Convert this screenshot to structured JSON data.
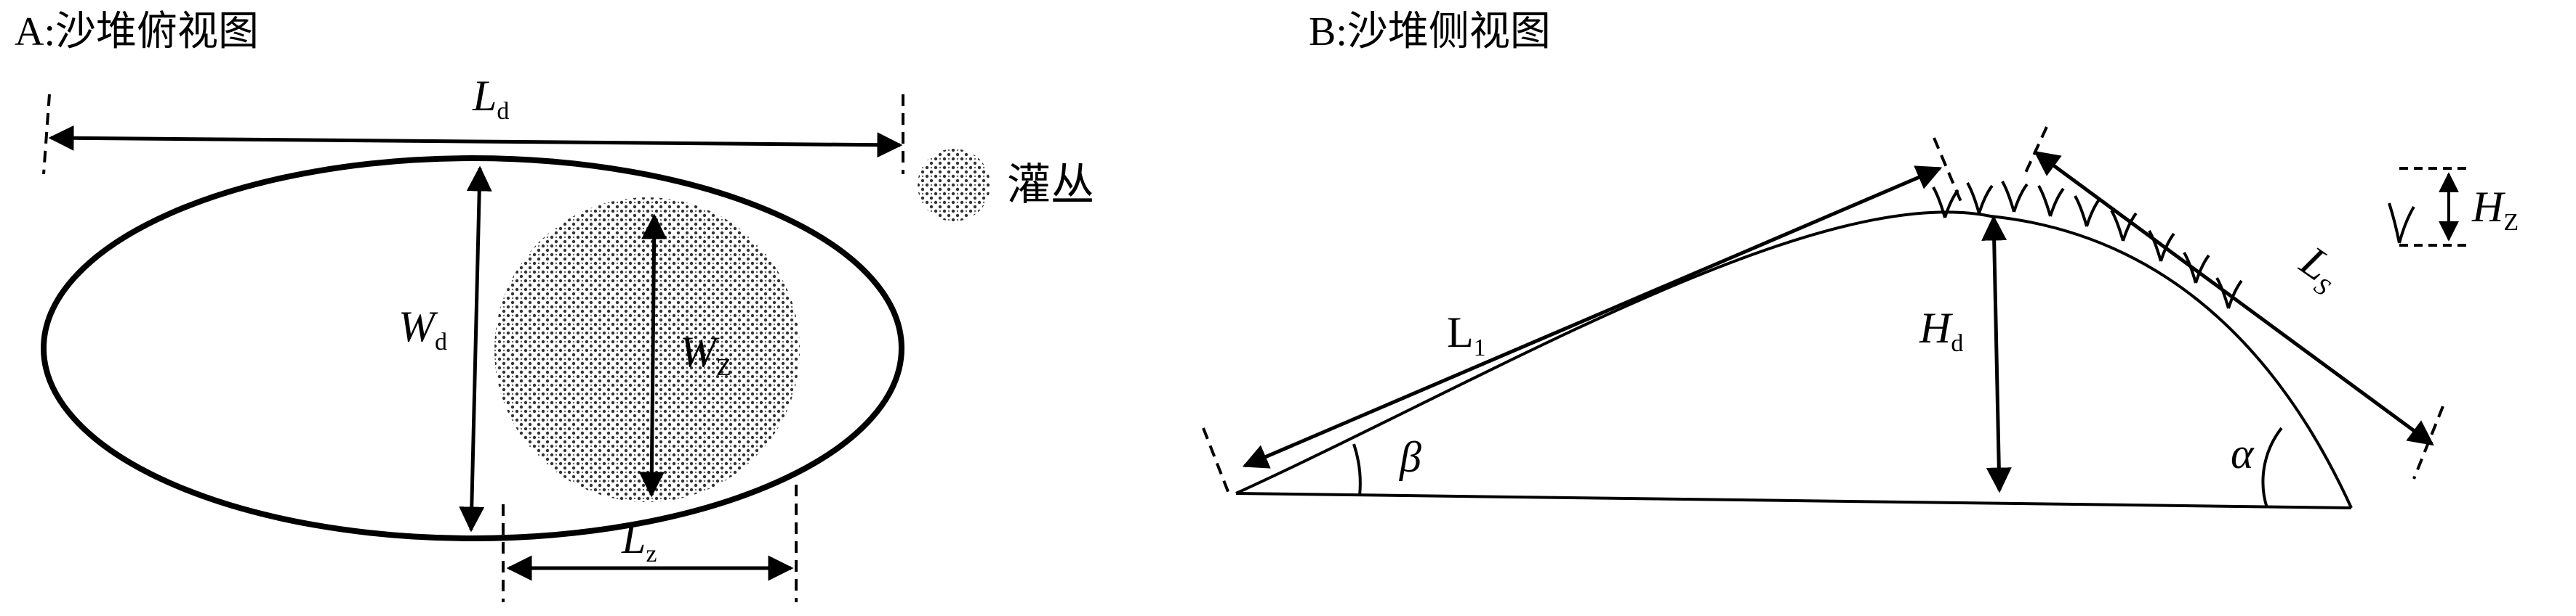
{
  "panel_a": {
    "caption": "A:沙堆俯视图",
    "length_label": "L",
    "length_sub": "d",
    "width_label": "W",
    "width_sub": "d",
    "shrub_width_label": "W",
    "shrub_width_sub": "Z",
    "shrub_length_label": "L",
    "shrub_length_sub": "z",
    "legend_label": "灌丛"
  },
  "panel_b": {
    "caption": "B:沙堆侧视图",
    "windward_label": "L",
    "windward_sub": "1",
    "leeward_label": "L",
    "leeward_sub": "S",
    "height_label": "H",
    "height_sub": "d",
    "angle_windward": "β",
    "angle_leeward": "α",
    "shrub_height_label": "H",
    "shrub_height_sub": "Z"
  },
  "colors": {
    "line": "#000000",
    "background": "#ffffff"
  }
}
